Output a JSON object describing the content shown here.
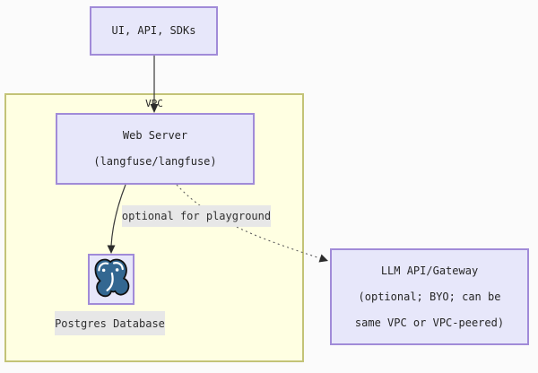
{
  "nodes": {
    "ui": {
      "label": "UI, API, SDKs"
    },
    "vpc": {
      "label": "VPC"
    },
    "web_server": {
      "title": "Web Server",
      "subtitle": "(langfuse/langfuse)"
    },
    "postgres": {
      "icon": "postgresql-elephant-icon",
      "label": "Postgres Database"
    },
    "llm": {
      "title": "LLM API/Gateway",
      "subtitle_line1": "(optional; BYO; can be",
      "subtitle_line2": "same VPC or VPC-peered)"
    }
  },
  "edges": {
    "ui_to_web_server": {
      "style": "solid"
    },
    "web_server_to_postgres": {
      "style": "solid"
    },
    "web_server_to_llm": {
      "style": "dotted",
      "label": "optional for playground"
    }
  },
  "colors": {
    "node_fill": "#e7e7fa",
    "node_border": "#a18bd8",
    "vpc_fill": "#ffffe2",
    "vpc_border": "#c3c377",
    "edge_label_bg": "#e7e7e7",
    "arrow": "#3a3a3a",
    "postgres_blue": "#336791",
    "page_bg": "#fbfbfb"
  }
}
